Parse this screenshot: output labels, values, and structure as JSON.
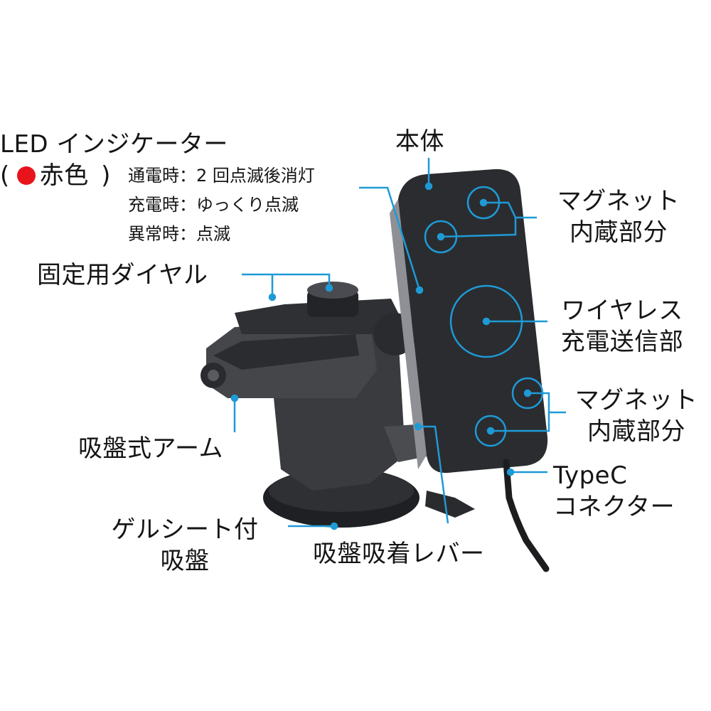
{
  "colors": {
    "leader": "#1e9ad6",
    "led_red": "#e8141c",
    "panel": "#2b2c30",
    "mount": "#3b3c3f"
  },
  "labels": {
    "led_title": "LED インジケーター",
    "led_paren_open": "(",
    "led_color_text": "赤色",
    "led_paren_close": ")",
    "led_status_1": "通電時：2 回点滅後消灯",
    "led_status_2": "充電時：ゆっくり点滅",
    "led_status_3": "異常時：点滅",
    "body": "本体",
    "magnet_top_1": "マグネット",
    "magnet_top_2": "内蔵部分",
    "wireless_1": "ワイヤレス",
    "wireless_2": "充電送信部",
    "magnet_bottom_1": "マグネット",
    "magnet_bottom_2": "内蔵部分",
    "typec_1": "TypeC",
    "typec_2": "コネクター",
    "dial": "固定用ダイヤル",
    "arm": "吸盤式アーム",
    "gel_1": "ゲルシート付",
    "gel_2": "吸盤",
    "lever": "吸盤吸着レバー"
  }
}
